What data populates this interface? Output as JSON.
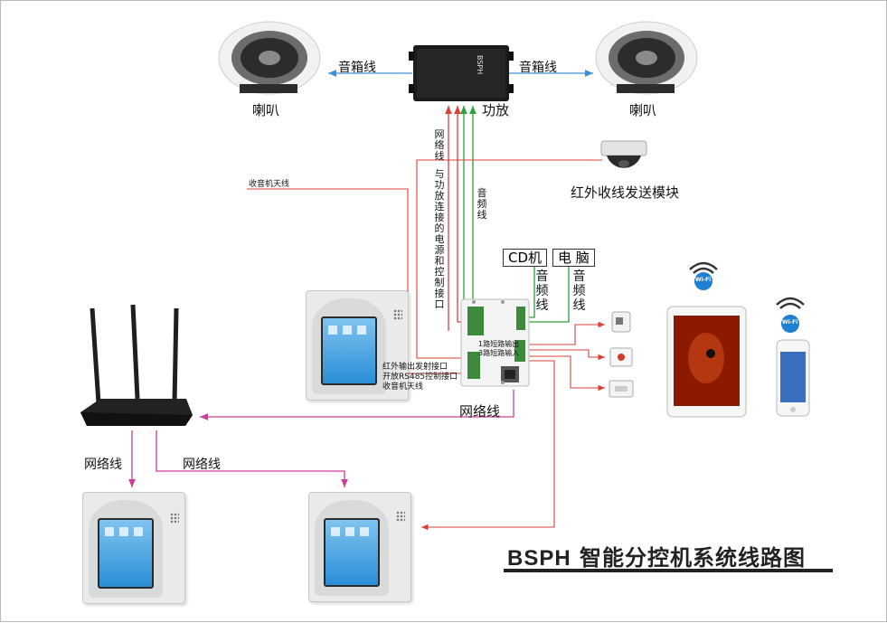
{
  "title": {
    "brand": "BSPH",
    "rest": " 智能分控机系统线路图"
  },
  "speakers": {
    "left_label": "喇叭",
    "right_label": "喇叭"
  },
  "amplifier": {
    "label": "功放",
    "brand_text": "BSPH"
  },
  "wires": {
    "speaker_left": "音箱线",
    "speaker_right": "音箱线",
    "network_vertical": "网络线",
    "power_control_vertical": "与功放连接的电源和控制接口",
    "audio_vertical": "音频线",
    "radio_antenna": "收音机天线",
    "audio_in_cd": "音频线",
    "audio_in_pc": "音频线",
    "network_router": "网络线",
    "network_left": "网络线",
    "network_mid": "网络线"
  },
  "ir_module": {
    "label": "红外收线发送模块"
  },
  "sources": {
    "cd": "CD机",
    "pc": "电 脑"
  },
  "ports": {
    "ir_out": "红外输出发射接口",
    "rs485": "开放RS485控制接口",
    "antenna": "收音机天线",
    "short_out": "1路短路输出",
    "short_in": "3路短路输入"
  },
  "wifi_text": "Wi-Fi",
  "colors": {
    "red_wire": "#d9413a",
    "green_wire": "#2e9d3e",
    "pink_wire": "#cc3d9a",
    "blue_wire": "#3a8fd9"
  }
}
